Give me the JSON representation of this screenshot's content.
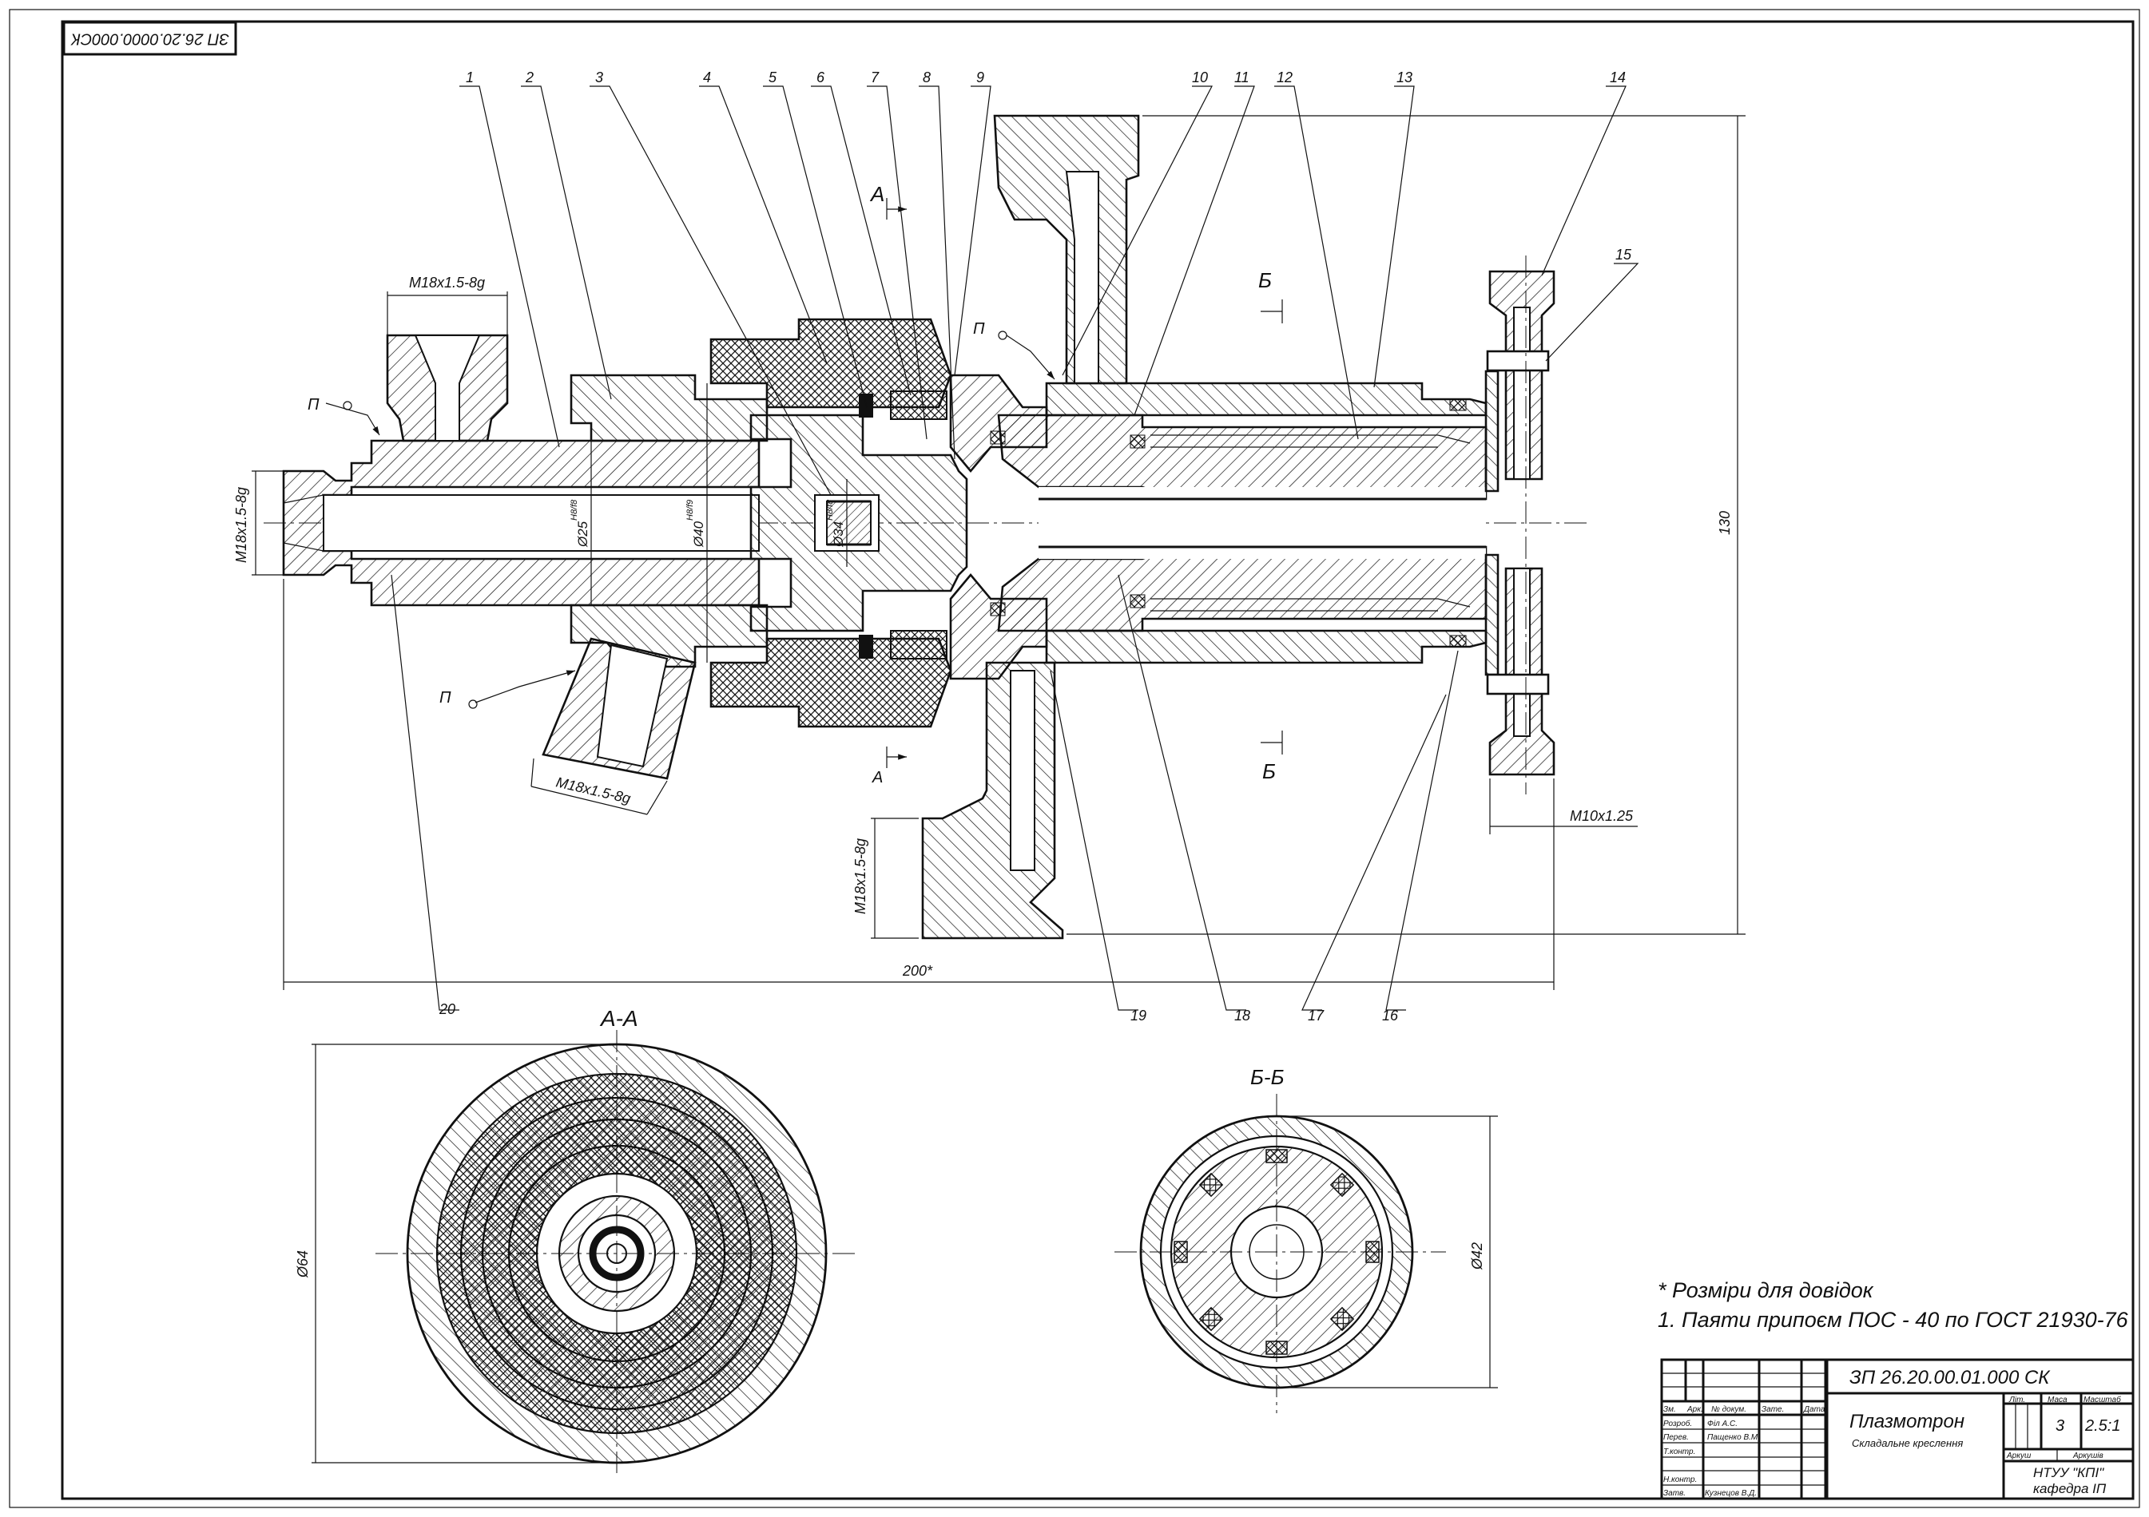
{
  "stamp_code_rotated": "ЗП 26.20.0000.000СК",
  "callouts": [
    "1",
    "2",
    "3",
    "4",
    "5",
    "6",
    "7",
    "8",
    "9",
    "10",
    "11",
    "12",
    "13",
    "14",
    "15",
    "16",
    "17",
    "18",
    "19",
    "20"
  ],
  "dimensions": {
    "thread_top": "M18x1.5-8g",
    "thread_left": "M18x1.5-8g",
    "thread_lower_left": "M18x1.5-8g",
    "thread_bottom": "M18x1.5-8g",
    "thread_right": "M10x1.25",
    "d25": "Ø25",
    "d25_fit": "H8/f8",
    "d40": "Ø40",
    "d40_fit": "H8/f9",
    "d34": "Ø34",
    "d34_fit": "H8/f8",
    "length": "200*",
    "height": "130",
    "d64": "Ø64",
    "d42": "Ø42"
  },
  "section_marks": {
    "a": "А",
    "b": "Б",
    "solder": "П"
  },
  "views": {
    "aa_title": "А-А",
    "bb_title": "Б-Б"
  },
  "notes": {
    "note1": "* Розміри для довідок",
    "note2": "1. Паяти припоєм ПОС - 40 по ГОСТ 21930-76"
  },
  "title_block": {
    "doc_code": "ЗП 26.20.00.01.000 СК",
    "name": "Плазмотрон",
    "subtitle": "Складальне креслення",
    "h_zm": "Зм.",
    "h_ark": "Арк.",
    "h_doc": "№ докум.",
    "h_sign": "Зате.",
    "h_date": "Дата",
    "r_razrob": "Розроб.",
    "r_perev": "Перев.",
    "r_tkontr": "Т.контр.",
    "r_nkontr": "Н.контр.",
    "r_zatv": "Затв.",
    "n_razrob": "Філ А.С.",
    "n_perev": "Пащенко В.М.",
    "n_zatv": "Кузнецов В.Д.",
    "h_lit": "Літ.",
    "h_masa": "Маса",
    "h_scale": "Масштаб",
    "masa": "3",
    "scale": "2.5:1",
    "arkush": "Аркуш",
    "arkushiv": "Аркушів",
    "org1": "НТУУ \"КПІ\"",
    "org2": "кафедра ІП"
  },
  "colors": {
    "ink": "#111111",
    "paper": "#ffffff"
  }
}
